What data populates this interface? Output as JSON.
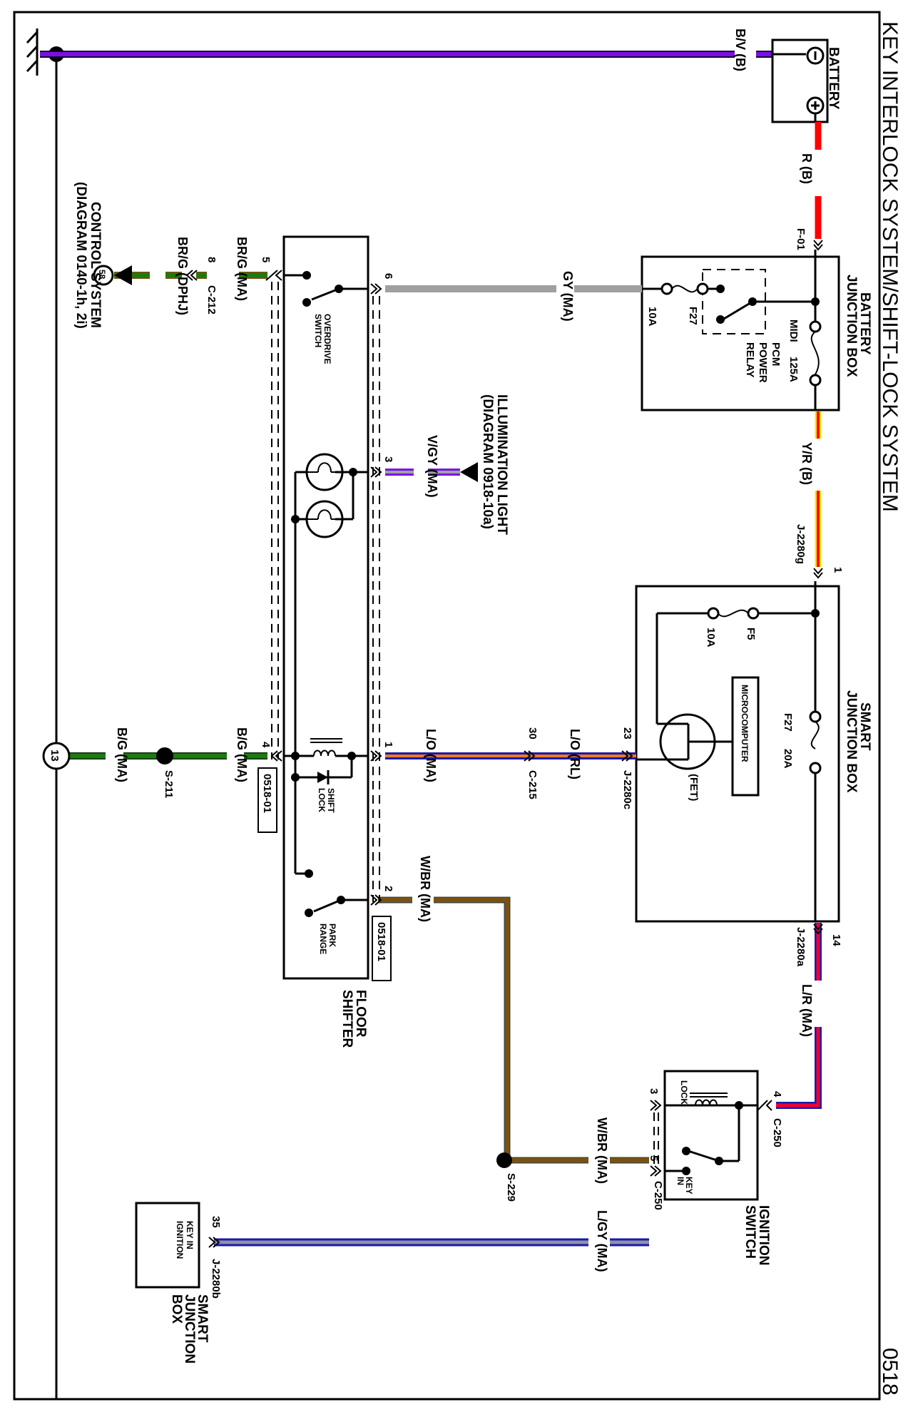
{
  "title": "KEY INTERLOCK SYSTEM/SHIFT-LOCK SYSTEM",
  "page_number": "0518",
  "components": {
    "battery": {
      "label": "BATTERY",
      "neg": "⊖",
      "pos": "⊕"
    },
    "battery_junction_box": {
      "label_1": "BATTERY",
      "label_2": "JUNCTION BOX",
      "midi_fuse": "MIDI",
      "midi_rating": "125A",
      "relay_1": "PCM",
      "relay_2": "POWER",
      "relay_3": "RELAY",
      "fuse": "F27",
      "fuse_rating": "10A"
    },
    "smart_junction_box": {
      "label_1": "SMART",
      "label_2": "JUNCTION BOX",
      "fuse_a": "F5",
      "fuse_a_rating": "10A",
      "fuse_b": "F27",
      "fuse_b_rating": "20A",
      "micro": "MICROCOMPUTER",
      "fet": "(FET)"
    },
    "floor_shifter": {
      "label_1": "FLOOR",
      "label_2": "SHIFTER",
      "overdrive_1": "OVERDRIVE",
      "overdrive_2": "SWITCH",
      "shift_1": "SHIFT",
      "shift_2": "LOCK",
      "park_1": "PARK",
      "park_2": "RANGE",
      "ref_a": "0518-01",
      "ref_b": "0518-01"
    },
    "ignition_switch": {
      "label_1": "IGNITION",
      "label_2": "SWITCH",
      "lock": "LOCK",
      "key_1": "KEY",
      "key_2": "IN"
    },
    "smart_jb_key": {
      "inner_1": "KEY IN",
      "inner_2": "IGNITION",
      "label_1": "SMART",
      "label_2": "JUNCTION",
      "label_3": "BOX"
    },
    "illumination": {
      "label_1": "ILLUMINATION LIGHT",
      "label_2": "(DIAGRAM 0918-10a)"
    },
    "control_system": {
      "label_1": "CONTROL SYSTEM",
      "label_2": "(DIAGRAM 0140-1h, 2i)",
      "ref": "58"
    },
    "ground": {
      "ref": "13"
    }
  },
  "wires": {
    "bv": {
      "label": "B/V (B)",
      "color": "#7a10e6"
    },
    "rb": {
      "label": "R (B)",
      "color": "#ff0000"
    },
    "yr": {
      "label": "Y/R (B)",
      "color_a": "#f2e600",
      "color_b": "#ff0000"
    },
    "gy": {
      "label": "GY (MA)",
      "color": "#a0a0a0"
    },
    "vgy": {
      "label": "V/GY (MA)",
      "color_a": "#7a10e6",
      "color_b": "#a0a0a0"
    },
    "lo_ma": {
      "label": "L/O (MA)",
      "color_a": "#1a1aaa",
      "color_b": "#f07820"
    },
    "lo_rl": {
      "label": "L/O (RL)"
    },
    "lr": {
      "label": "L/R (MA)",
      "color_a": "#1a1aaa",
      "color_b": "#ee0033"
    },
    "wbr_ma": {
      "label": "W/BR (MA)",
      "color": "#7a5210"
    },
    "wbr_ma_2": {
      "label": "W/BR (MA)"
    },
    "lgy": {
      "label": "L/GY (MA)",
      "color_a": "#1a1aaa",
      "color_b": "#9090a8"
    },
    "brg_ma": {
      "label": "BR/G (MA)",
      "color_a": "#7a5210",
      "color_b": "#1e7a10"
    },
    "brg_dphj": {
      "label": "BR/G (DPHJ)"
    },
    "bg_ma_1": {
      "label": "B/G (MA)",
      "color": "#1e7a10"
    },
    "bg_ma_2": {
      "label": "B/G (MA)"
    }
  },
  "connectors": {
    "f01": "F-01",
    "j2280g": {
      "pin": "1",
      "id": "J-2280g"
    },
    "j2280a": {
      "pin": "14",
      "id": "J-2280a"
    },
    "j2280c": {
      "pin": "23",
      "id": "J-2280c"
    },
    "c215": {
      "pin": "30",
      "id": "C-215"
    },
    "c250_4": {
      "pin": "4",
      "id": "C-250"
    },
    "c250_3": {
      "pin": "3"
    },
    "c250_5": {
      "pin": "5",
      "id": "C-250"
    },
    "j2280b": {
      "pin": "35",
      "id": "J-2280b"
    },
    "c212": {
      "pin": "8",
      "id": "C-212"
    },
    "fs_pin6": "6",
    "fs_pin3": "3",
    "fs_pin1": "1",
    "fs_pin2": "2",
    "fs_pin5": "5",
    "fs_pin4": "4"
  },
  "splices": {
    "s211": "S-211",
    "s229": "S-229"
  }
}
